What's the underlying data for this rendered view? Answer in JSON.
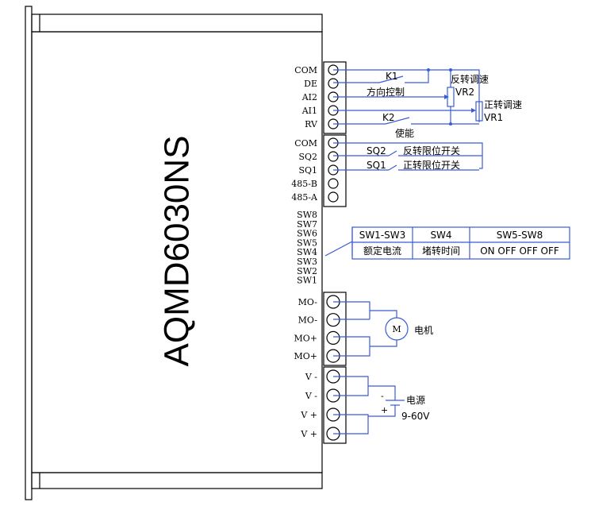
{
  "model": "AQMD6030NS",
  "terminals": {
    "group1": [
      "COM",
      "DE",
      "AI2",
      "AI1",
      "RV"
    ],
    "group2": [
      "COM",
      "SQ2",
      "SQ1",
      "485-B",
      "485-A"
    ],
    "switches": [
      "SW8",
      "SW7",
      "SW6",
      "SW5",
      "SW4",
      "SW3",
      "SW2",
      "SW1"
    ],
    "motor": [
      "MO-",
      "MO-",
      "MO+",
      "MO+"
    ],
    "power": [
      "V -",
      "V -",
      "V +",
      "V +"
    ]
  },
  "labels": {
    "k1": "K1",
    "direction_control": "方向控制",
    "k2": "K2",
    "enable": "使能",
    "reverse_speed": "反转调速",
    "vr2": "VR2",
    "forward_speed": "正转调速",
    "vr1": "VR1",
    "sq2": "SQ2",
    "reverse_limit": "反转限位开关",
    "sq1": "SQ1",
    "forward_limit": "正转限位开关",
    "motor_symbol": "M",
    "motor": "电机",
    "power_source": "电源",
    "voltage": "9-60V",
    "battery_minus": "-",
    "battery_plus": "+"
  },
  "switch_table": {
    "headers": [
      "SW1-SW3",
      "SW4",
      "SW5-SW8"
    ],
    "values": [
      "额定电流",
      "堵转时间",
      "ON OFF OFF OFF"
    ]
  }
}
